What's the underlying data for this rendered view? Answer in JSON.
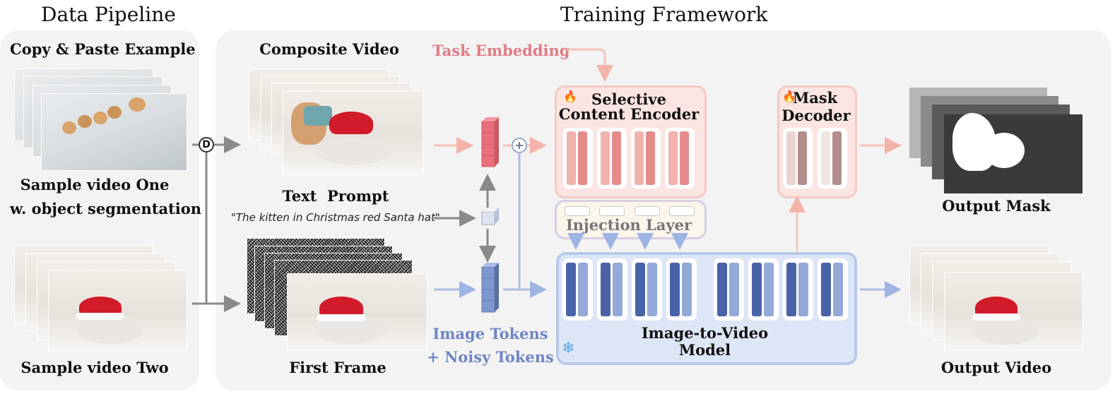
{
  "headings": {
    "data_pipeline": "Data Pipeline",
    "training_framework": "Training Framework"
  },
  "data_pipeline": {
    "copy_paste_example": "Copy & Paste Example",
    "sample_one_line1": "Sample video One",
    "sample_one_line2": "w. object segmentation",
    "sample_two": "Sample video Two",
    "junction_symbol": "D"
  },
  "training": {
    "composite_video": "Composite Video",
    "task_embedding": "Task Embedding",
    "text_prompt": "Text  Prompt",
    "prompt_text": "\"The kitten in Christmas red Santa hat\"",
    "first_frame": "First Frame",
    "image_tokens": "Image Tokens",
    "noisy_tokens": "+ Noisy Tokens",
    "plus_symbol": "+",
    "selective_encoder_line1": "Selective",
    "selective_encoder_line2": "Content Encoder",
    "injection_layer": "Injection Layer",
    "mask_decoder_line1": "Mask",
    "mask_decoder_line2": "Decoder",
    "i2v_line1": "Image-to-Video",
    "i2v_line2": "Model",
    "output_mask": "Output Mask",
    "output_video": "Output Video",
    "fire_icon_glyph": "🔥",
    "snowflake_icon_glyph": "❄"
  },
  "colors": {
    "pink": "#e07c86",
    "pink_light": "#f7d3cf",
    "blue": "#6f86c4",
    "blue_light": "#aebde4",
    "gray_arrow": "#8a8a8a",
    "panel_bg": "#f3f3f3"
  }
}
